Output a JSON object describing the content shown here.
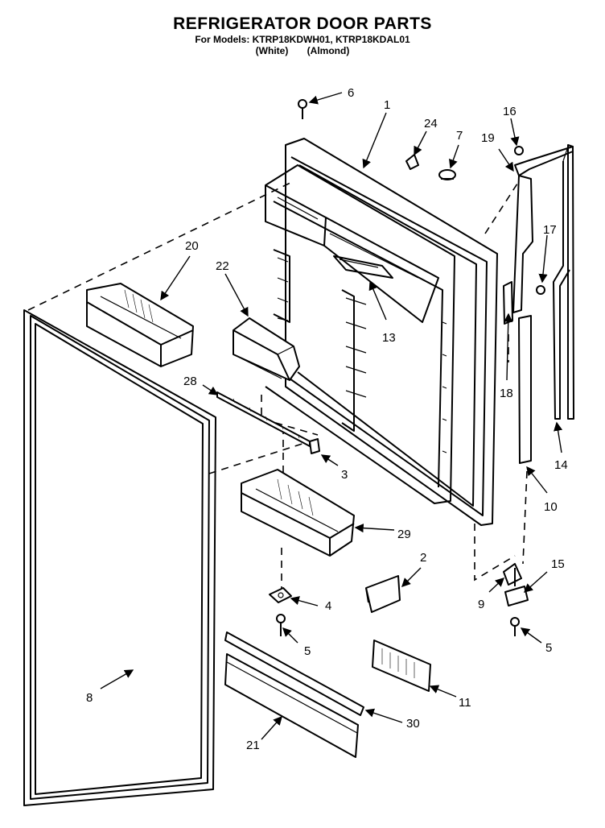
{
  "header": {
    "title": "REFRIGERATOR DOOR PARTS",
    "models_line": "For Models: KTRP18KDWH01, KTRP18KDAL01",
    "color_white": "(White)",
    "color_almond": "(Almond)"
  },
  "callouts": [
    "6",
    "1",
    "24",
    "7",
    "16",
    "19",
    "17",
    "20",
    "22",
    "13",
    "18",
    "28",
    "3",
    "14",
    "10",
    "29",
    "2",
    "15",
    "4",
    "9",
    "5",
    "5",
    "8",
    "11",
    "30",
    "21"
  ]
}
